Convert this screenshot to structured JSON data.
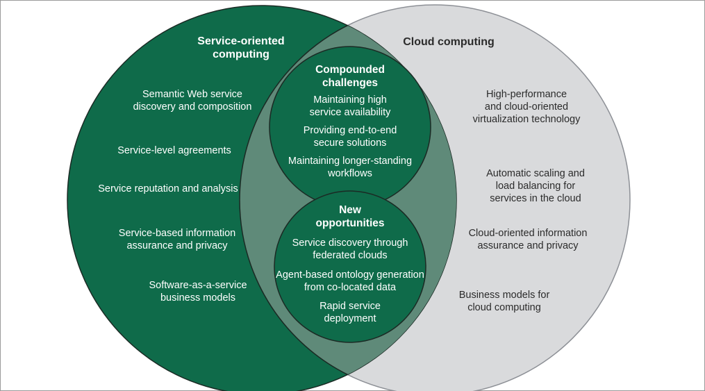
{
  "colors": {
    "left_circle": "#0f6b4a",
    "right_circle": "#d9dadc",
    "right_circle_stroke": "#8d9096",
    "overlap": "#5f8a79",
    "inner_circle": "#0f6b4a",
    "outline": "#1b2a24"
  },
  "left": {
    "title": "Service-oriented\ncomputing",
    "items": [
      "Semantic Web service\ndiscovery and composition",
      "Service-level agreements",
      "Service reputation and analysis",
      "Service-based information\nassurance and privacy",
      "Software-as-a-service\nbusiness models"
    ]
  },
  "right": {
    "title": "Cloud computing",
    "items": [
      "High-performance\nand cloud-oriented\nvirtualization technology",
      "Automatic scaling and\nload balancing for\nservices in the cloud",
      "Cloud-oriented information\nassurance and privacy",
      "Business models for\ncloud computing"
    ]
  },
  "challenges": {
    "title": "Compounded\nchallenges",
    "items": [
      "Maintaining high\nservice availability",
      "Providing end-to-end\nsecure solutions",
      "Maintaining longer-standing\nworkflows"
    ]
  },
  "opportunities": {
    "title": "New\nopportunities",
    "items": [
      "Service discovery through\nfederated clouds",
      "Agent-based ontology generation\nfrom co-located data",
      "Rapid service\ndeployment"
    ]
  }
}
